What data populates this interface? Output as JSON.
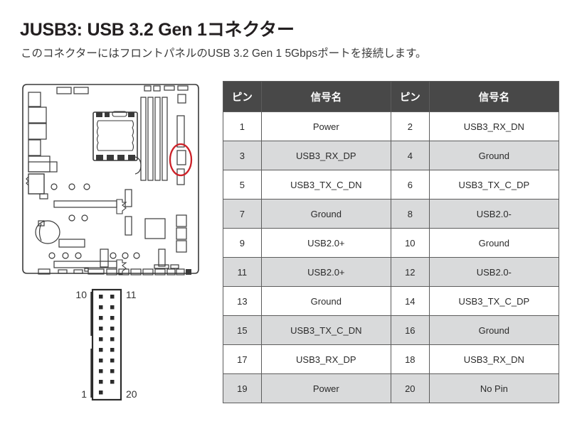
{
  "heading": {
    "title": "JUSB3: USB 3.2 Gen 1コネクター",
    "subtitle": "このコネクターにはフロントパネルのUSB 3.2 Gen 1 5Gbpsポートを接続します。"
  },
  "colors": {
    "header_bg": "#484848",
    "header_text": "#ffffff",
    "row_shaded_bg": "#d9dadb",
    "row_plain_bg": "#ffffff",
    "border": "#5c5c5c",
    "highlight": "#cc2229",
    "line": "#3a3a3a",
    "text": "#231f20"
  },
  "diagram": {
    "board_label": "motherboard-outline",
    "highlight_label": "jusb3-location-highlight",
    "connector": {
      "label": "jusb3-connector-pinout",
      "rows": 10,
      "columns": 2,
      "missing_pin": "20",
      "labels": {
        "top_left": "10",
        "top_right": "11",
        "bottom_left": "1",
        "bottom_right": "20"
      }
    }
  },
  "table": {
    "columns": [
      "ピン",
      "信号名",
      "ピン",
      "信号名"
    ],
    "rows": [
      {
        "shaded": false,
        "cells": [
          "1",
          "Power",
          "2",
          "USB3_RX_DN"
        ]
      },
      {
        "shaded": true,
        "cells": [
          "3",
          "USB3_RX_DP",
          "4",
          "Ground"
        ]
      },
      {
        "shaded": false,
        "cells": [
          "5",
          "USB3_TX_C_DN",
          "6",
          "USB3_TX_C_DP"
        ]
      },
      {
        "shaded": true,
        "cells": [
          "7",
          "Ground",
          "8",
          "USB2.0-"
        ]
      },
      {
        "shaded": false,
        "cells": [
          "9",
          "USB2.0+",
          "10",
          "Ground"
        ]
      },
      {
        "shaded": true,
        "cells": [
          "11",
          "USB2.0+",
          "12",
          "USB2.0-"
        ]
      },
      {
        "shaded": false,
        "cells": [
          "13",
          "Ground",
          "14",
          "USB3_TX_C_DP"
        ]
      },
      {
        "shaded": true,
        "cells": [
          "15",
          "USB3_TX_C_DN",
          "16",
          "Ground"
        ]
      },
      {
        "shaded": false,
        "cells": [
          "17",
          "USB3_RX_DP",
          "18",
          "USB3_RX_DN"
        ]
      },
      {
        "shaded": true,
        "cells": [
          "19",
          "Power",
          "20",
          "No Pin"
        ]
      }
    ]
  }
}
